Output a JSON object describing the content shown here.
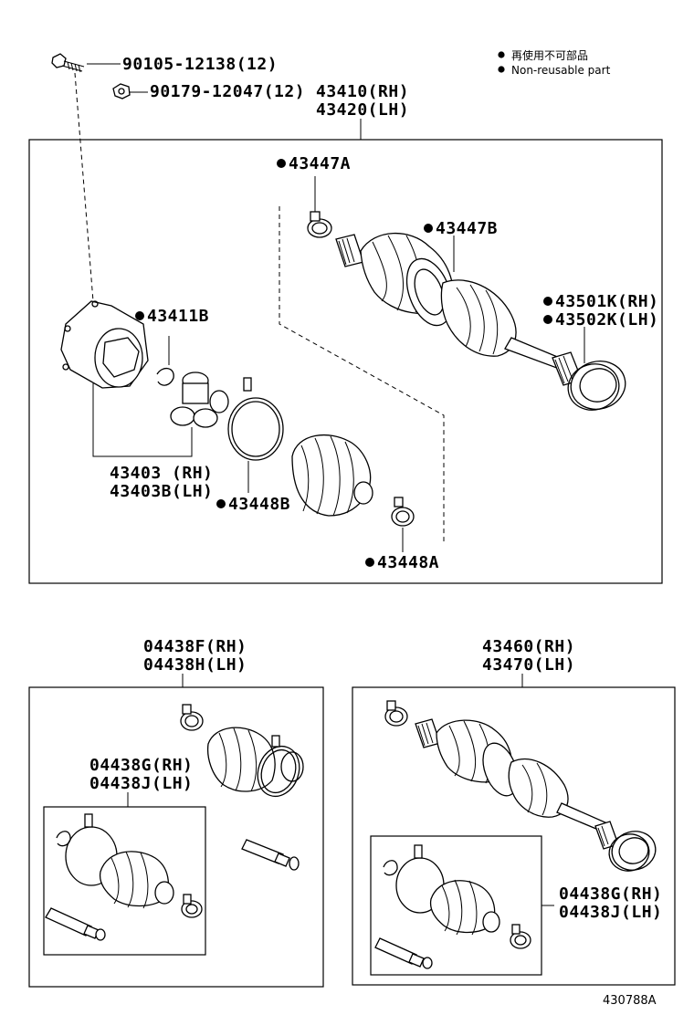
{
  "legend": {
    "line1": "再使用不可部品",
    "line2": "Non-reusable part"
  },
  "labels": {
    "bolt": "90105-12138(12)",
    "nut": "90179-12047(12)",
    "shaft_rh": "43410(RH)",
    "shaft_lh": "43420(LH)",
    "clamp_a": "43447A",
    "clamp_b": "43447B",
    "boot_rh": "43501K(RH)",
    "boot_lh": "43502K(LH)",
    "housing": "43411B",
    "tripod_rh": "43403 (RH)",
    "tripod_lh": "43403B(LH)",
    "band_b": "43448B",
    "band_a": "43448A",
    "kit_out_rh": "04438F(RH)",
    "kit_out_lh": "04438H(LH)",
    "kit_in_rh_left": "04438G(RH)",
    "kit_in_lh_left": "04438J(LH)",
    "assy_rh": "43460(RH)",
    "assy_lh": "43470(LH)",
    "kit_in_rh_right": "04438G(RH)",
    "kit_in_lh_right": "04438J(LH)"
  },
  "figure_number": "430788A",
  "icons": [
    "bolt-icon",
    "nut-icon",
    "clamp-icon",
    "boot-icon",
    "housing-icon",
    "tripod-joint-icon",
    "band-icon",
    "grease-tube-icon",
    "snap-ring-icon",
    "drive-shaft-icon"
  ]
}
